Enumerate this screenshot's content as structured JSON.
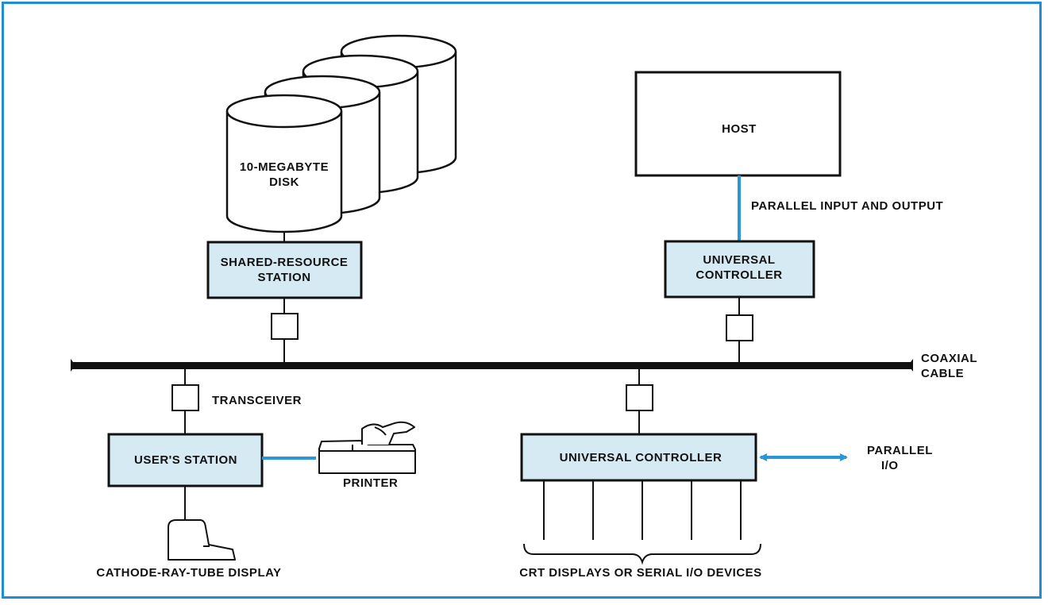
{
  "colors": {
    "frame": "#1f8ed6",
    "station_fill": "#d6eaf3",
    "link_blue": "#2b97d8",
    "stroke": "#111111"
  },
  "disk": {
    "line1": "10-MEGABYTE",
    "line2": "DISK",
    "icon": "disk-stack-icon"
  },
  "shared_station": {
    "line1": "SHARED-RESOURCE",
    "line2": "STATION"
  },
  "host": {
    "label": "HOST"
  },
  "host_link": {
    "label": "PARALLEL INPUT AND OUTPUT"
  },
  "host_controller": {
    "line1": "UNIVERSAL",
    "line2": "CONTROLLER"
  },
  "cable": {
    "line1": "COAXIAL",
    "line2": "CABLE"
  },
  "transceiver": {
    "label": "TRANSCEIVER"
  },
  "user_station": {
    "label": "USER'S STATION"
  },
  "printer": {
    "label": "PRINTER",
    "icon": "printer-icon"
  },
  "crt": {
    "label": "CATHODE-RAY-TUBE DISPLAY",
    "icon": "crt-display-icon"
  },
  "device_controller": {
    "label": "UNIVERSAL CONTROLLER"
  },
  "parallel_io": {
    "line1": "PARALLEL",
    "line2": "I/O"
  },
  "serial_devices": {
    "label": "CRT DISPLAYS OR SERIAL I/O DEVICES"
  }
}
